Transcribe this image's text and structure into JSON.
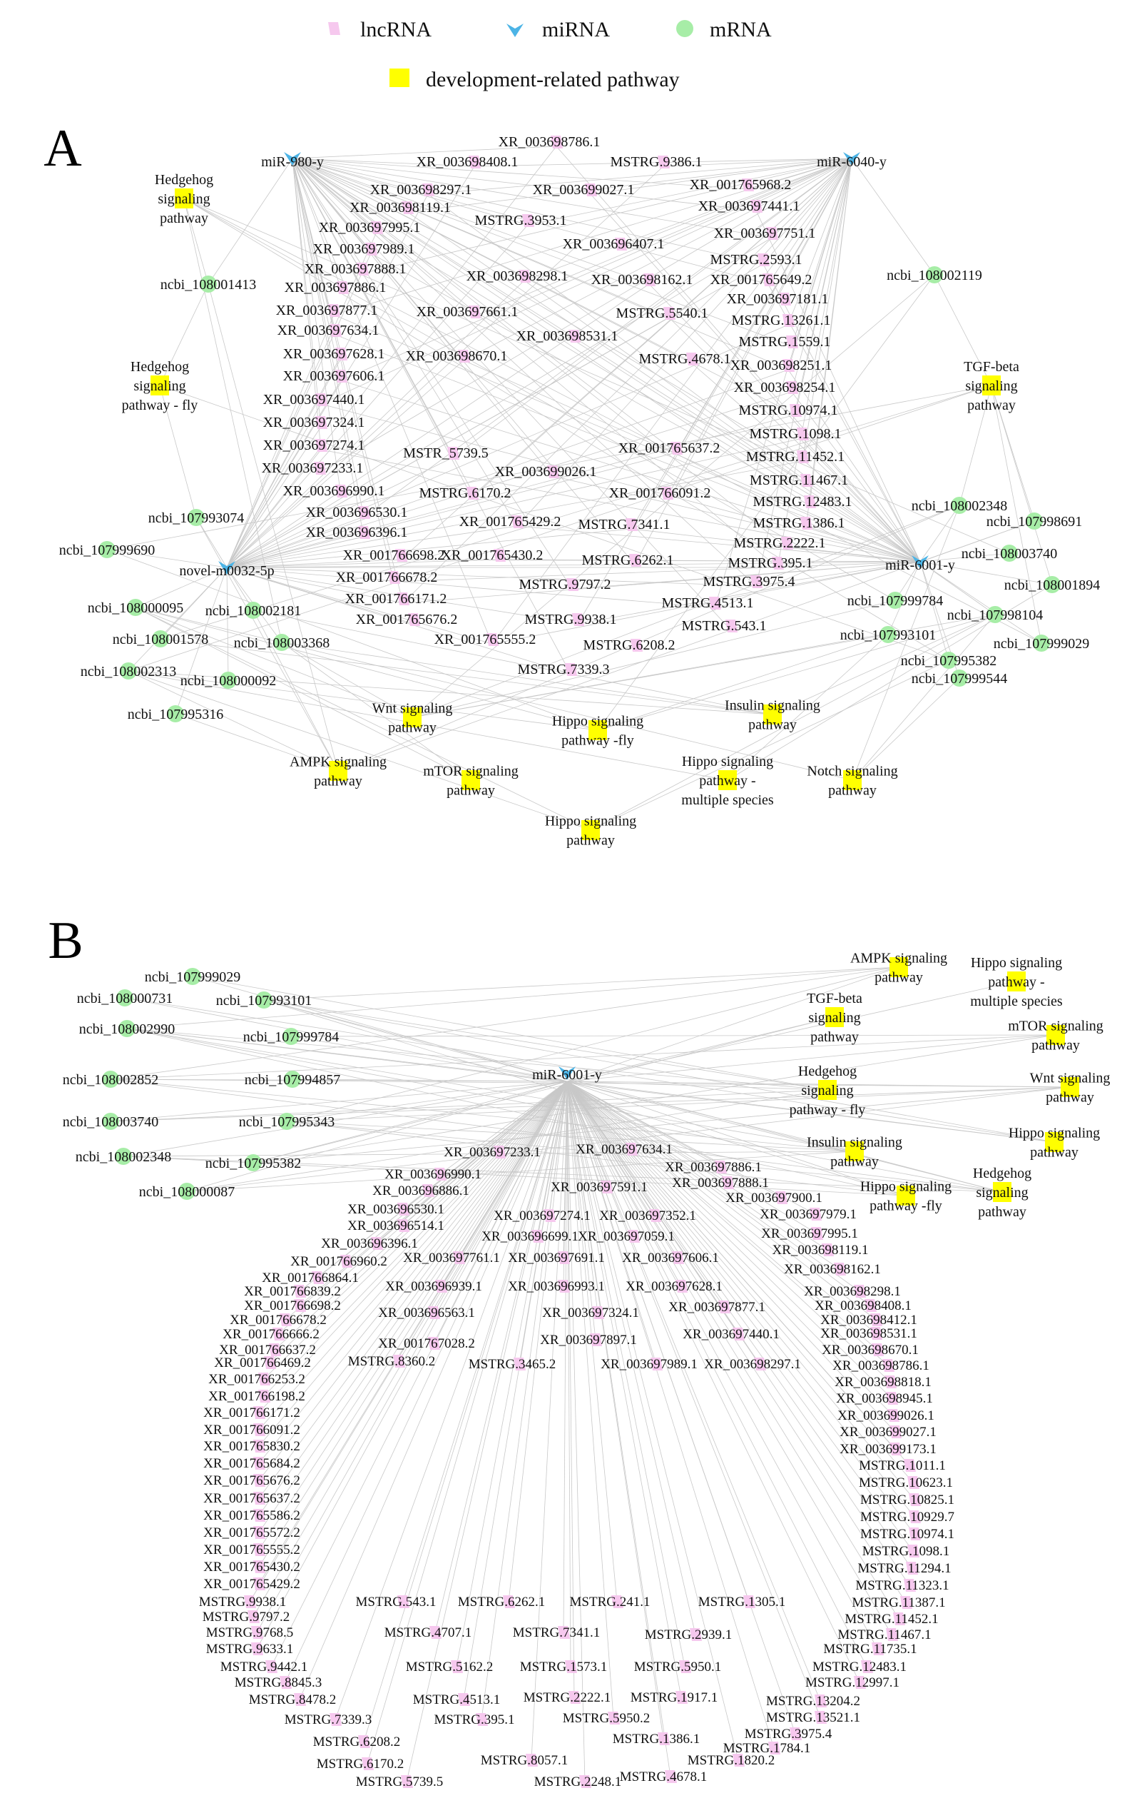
{
  "legend": {
    "lncrna": "lncRNA",
    "mirna": "miRNA",
    "mrna": "mRNA",
    "pathway": "development-related pathway"
  },
  "colors": {
    "lncrna": "#f6c8ee",
    "mirna": "#4cb4e6",
    "mrna": "#a7eda7",
    "pathway": "#ffff00",
    "edge": "#c8c8c8"
  },
  "panels": {
    "A": {
      "letter": "A",
      "mirnas": [
        {
          "id": "m980",
          "label": "miR-980-y"
        },
        {
          "id": "m6040",
          "label": "miR-6040-y"
        },
        {
          "id": "m0032",
          "label": "novel-m0032-5p"
        },
        {
          "id": "m6001",
          "label": "miR-6001-y"
        }
      ],
      "mrnas": [
        {
          "id": "n108001413",
          "label": "ncbi_108001413",
          "mirna": "m980"
        },
        {
          "id": "n108002119",
          "label": "ncbi_108002119",
          "mirna": "m6040"
        },
        {
          "id": "n107993074",
          "label": "ncbi_107993074",
          "mirna": "m0032"
        },
        {
          "id": "n107999690",
          "label": "ncbi_107999690",
          "mirna": "m0032"
        },
        {
          "id": "n108000095",
          "label": "ncbi_108000095",
          "mirna": "m0032"
        },
        {
          "id": "n108002181",
          "label": "ncbi_108002181",
          "mirna": "m0032"
        },
        {
          "id": "n108001578",
          "label": "ncbi_108001578",
          "mirna": "m0032"
        },
        {
          "id": "n108003368",
          "label": "ncbi_108003368",
          "mirna": "m0032"
        },
        {
          "id": "n108002313",
          "label": "ncbi_108002313",
          "mirna": "m0032"
        },
        {
          "id": "n108000092",
          "label": "ncbi_108000092",
          "mirna": "m0032"
        },
        {
          "id": "n107995316",
          "label": "ncbi_107995316",
          "mirna": "m0032"
        },
        {
          "id": "n108002348",
          "label": "ncbi_108002348",
          "mirna": "m6001"
        },
        {
          "id": "n107998691",
          "label": "ncbi_107998691",
          "mirna": "m6001"
        },
        {
          "id": "n108003740",
          "label": "ncbi_108003740",
          "mirna": "m6001"
        },
        {
          "id": "n108001894",
          "label": "ncbi_108001894",
          "mirna": "m6001"
        },
        {
          "id": "n107999784",
          "label": "ncbi_107999784",
          "mirna": "m6001"
        },
        {
          "id": "n107998104",
          "label": "ncbi_107998104",
          "mirna": "m6001"
        },
        {
          "id": "n107993101",
          "label": "ncbi_107993101",
          "mirna": "m6001"
        },
        {
          "id": "n107999029",
          "label": "ncbi_107999029",
          "mirna": "m6001"
        },
        {
          "id": "n107995382",
          "label": "ncbi_107995382",
          "mirna": "m6001"
        },
        {
          "id": "n107999544",
          "label": "ncbi_107999544",
          "mirna": "m6001"
        }
      ],
      "pathways": [
        {
          "id": "pHh",
          "lines": [
            "Hedgehog",
            "signaling",
            "pathway"
          ]
        },
        {
          "id": "pHhFly",
          "lines": [
            "Hedgehog",
            "signaling",
            "pathway - fly"
          ]
        },
        {
          "id": "pTgf",
          "lines": [
            "TGF-beta",
            "signaling",
            "pathway"
          ]
        },
        {
          "id": "pWnt",
          "lines": [
            "Wnt signaling",
            "pathway"
          ]
        },
        {
          "id": "pHippoFly",
          "lines": [
            "Hippo signaling",
            "pathway -fly"
          ]
        },
        {
          "id": "pInsulin",
          "lines": [
            "Insulin signaling",
            "pathway"
          ]
        },
        {
          "id": "pAmpk",
          "lines": [
            "AMPK signaling",
            "pathway"
          ]
        },
        {
          "id": "pMtor",
          "lines": [
            "mTOR signaling",
            "pathway"
          ]
        },
        {
          "id": "pHippoMulti",
          "lines": [
            "Hippo signaling",
            "pathway -",
            "multiple species"
          ]
        },
        {
          "id": "pNotch",
          "lines": [
            "Notch signaling",
            "pathway"
          ]
        },
        {
          "id": "pHippo",
          "lines": [
            "Hippo signaling",
            "pathway"
          ]
        }
      ],
      "lncrnas": [
        "XR_003698786.1",
        "XR_003698408.1",
        "MSTRG.9386.1",
        "XR_003698297.1",
        "XR_003699027.1",
        "XR_001765968.2",
        "XR_003698119.1",
        "XR_003697441.1",
        "XR_003697995.1",
        "MSTRG.3953.1",
        "XR_003697751.1",
        "XR_003697989.1",
        "XR_003696407.1",
        "MSTRG.2593.1",
        "XR_003697888.1",
        "XR_003698298.1",
        "XR_003698162.1",
        "XR_001765649.2",
        "XR_003697886.1",
        "XR_003697181.1",
        "XR_003697877.1",
        "XR_003697661.1",
        "MSTRG.5540.1",
        "MSTRG.13261.1",
        "XR_003697634.1",
        "XR_003698531.1",
        "MSTRG.1559.1",
        "XR_003697628.1",
        "XR_003698670.1",
        "MSTRG.4678.1",
        "XR_003698251.1",
        "XR_003697606.1",
        "XR_003698254.1",
        "XR_003697440.1",
        "MSTRG.10974.1",
        "XR_003697324.1",
        "MSTRG.1098.1",
        "XR_003697274.1",
        "MSTR_5739.5",
        "XR_001765637.2",
        "MSTRG.11452.1",
        "XR_003697233.1",
        "XR_003699026.1",
        "MSTRG.11467.1",
        "XR_003696990.1",
        "MSTRG.6170.2",
        "XR_001766091.2",
        "MSTRG.12483.1",
        "XR_003696530.1",
        "MSTRG.1386.1",
        "XR_001765429.2",
        "MSTRG.7341.1",
        "XR_003696396.1",
        "MSTRG.2222.1",
        "XR_001766698.2",
        "XR_001765430.2",
        "MSTRG.6262.1",
        "MSTRG.395.1",
        "XR_001766678.2",
        "MSTRG.3975.4",
        "MSTRG.9797.2",
        "XR_001766171.2",
        "MSTRG.4513.1",
        "XR_001765676.2",
        "MSTRG.9938.1",
        "MSTRG.543.1",
        "XR_001765555.2",
        "MSTRG.6208.2",
        "MSTRG.7339.3"
      ]
    },
    "B": {
      "letter": "B",
      "mirna": {
        "id": "b6001",
        "label": "miR-6001-y"
      },
      "mrnas": [
        "ncbi_107999029",
        "ncbi_108000731",
        "ncbi_107993101",
        "ncbi_108002990",
        "ncbi_107999784",
        "ncbi_108002852",
        "ncbi_107994857",
        "ncbi_108003740",
        "ncbi_107995343",
        "ncbi_108002348",
        "ncbi_107995382",
        "ncbi_108000087"
      ],
      "pathways": [
        {
          "id": "bAmpk",
          "lines": [
            "AMPK signaling",
            "pathway"
          ]
        },
        {
          "id": "bHippoMulti",
          "lines": [
            "Hippo signaling",
            "pathway -",
            "multiple species"
          ]
        },
        {
          "id": "bTgf",
          "lines": [
            "TGF-beta",
            "signaling",
            "pathway"
          ]
        },
        {
          "id": "bMtor",
          "lines": [
            "mTOR signaling",
            "pathway"
          ]
        },
        {
          "id": "bHhFly",
          "lines": [
            "Hedgehog",
            "signaling",
            "pathway - fly"
          ]
        },
        {
          "id": "bWnt",
          "lines": [
            "Wnt signaling",
            "pathway"
          ]
        },
        {
          "id": "bInsulin",
          "lines": [
            "Insulin signaling",
            "pathway"
          ]
        },
        {
          "id": "bHippo",
          "lines": [
            "Hippo signaling",
            "pathway"
          ]
        },
        {
          "id": "bHippoFly",
          "lines": [
            "Hippo signaling",
            "pathway -fly"
          ]
        },
        {
          "id": "bHh",
          "lines": [
            "Hedgehog",
            "signaling",
            "pathway"
          ]
        }
      ],
      "lncrnas": [
        "XR_003697233.1",
        "XR_003697634.1",
        "XR_003697886.1",
        "XR_003696990.1",
        "XR_003697888.1",
        "XR_003696886.1",
        "XR_003697591.1",
        "XR_003697900.1",
        "XR_003696530.1",
        "XR_003697274.1",
        "XR_003697352.1",
        "XR_003697979.1",
        "XR_003696514.1",
        "XR_003696699.1",
        "XR_003697995.1",
        "XR_003696396.1",
        "XR_003697059.1",
        "XR_003698119.1",
        "XR_001766960.2",
        "XR_003697761.1",
        "XR_003697691.1",
        "XR_003697606.1",
        "XR_003698162.1",
        "XR_001766864.1",
        "XR_001766839.2",
        "XR_003696939.1",
        "XR_003696993.1",
        "XR_003697628.1",
        "XR_003698298.1",
        "XR_001766698.2",
        "XR_003698408.1",
        "XR_001766678.2",
        "XR_003696563.1",
        "XR_003697324.1",
        "XR_003697877.1",
        "XR_003698412.1",
        "XR_001766666.2",
        "XR_003697440.1",
        "XR_003698531.1",
        "XR_001766637.2",
        "XR_001767028.2",
        "XR_003697897.1",
        "XR_003698670.1",
        "XR_001766469.2",
        "MSTRG.8360.2",
        "MSTRG.3465.2",
        "XR_003697989.1",
        "XR_003698297.1",
        "XR_003698786.1",
        "XR_001766253.2",
        "XR_003698818.1",
        "XR_001766198.2",
        "XR_003698945.1",
        "XR_001766171.2",
        "XR_003699026.1",
        "XR_001766091.2",
        "XR_003699027.1",
        "XR_001765830.2",
        "XR_003699173.1",
        "XR_001765684.2",
        "MSTRG.1011.1",
        "XR_001765676.2",
        "MSTRG.10623.1",
        "XR_001765637.2",
        "MSTRG.10825.1",
        "XR_001765586.2",
        "MSTRG.10929.7",
        "XR_001765572.2",
        "MSTRG.10974.1",
        "XR_001765555.2",
        "MSTRG.1098.1",
        "XR_001765430.2",
        "MSTRG.11294.1",
        "XR_001765429.2",
        "MSTRG.11323.1",
        "MSTRG.9938.1",
        "MSTRG.543.1",
        "MSTRG.6262.1",
        "MSTRG.241.1",
        "MSTRG.1305.1",
        "MSTRG.11387.1",
        "MSTRG.9797.2",
        "MSTRG.11452.1",
        "MSTRG.9768.5",
        "MSTRG.4707.1",
        "MSTRG.7341.1",
        "MSTRG.2939.1",
        "MSTRG.11467.1",
        "MSTRG.9633.1",
        "MSTRG.11735.1",
        "MSTRG.9442.1",
        "MSTRG.5162.2",
        "MSTRG.1573.1",
        "MSTRG.5950.1",
        "MSTRG.12483.1",
        "MSTRG.8845.3",
        "MSTRG.12997.1",
        "MSTRG.8478.2",
        "MSTRG.4513.1",
        "MSTRG.2222.1",
        "MSTRG.1917.1",
        "MSTRG.13204.2",
        "MSTRG.7339.3",
        "MSTRG.395.1",
        "MSTRG.5950.2",
        "MSTRG.13521.1",
        "MSTRG.1386.1",
        "MSTRG.6208.2",
        "MSTRG.3975.4",
        "MSTRG.1784.1",
        "MSTRG.6170.2",
        "MSTRG.8057.1",
        "MSTRG.1820.2",
        "MSTRG.5739.5",
        "MSTRG.2248.1",
        "MSTRG.4678.1"
      ]
    }
  }
}
